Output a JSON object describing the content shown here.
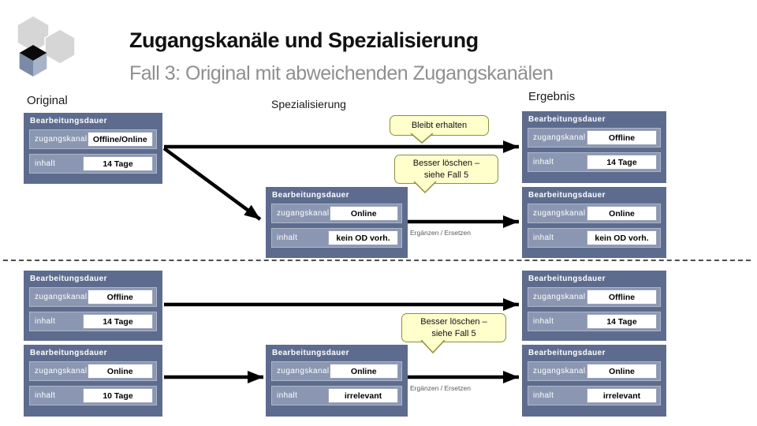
{
  "slide": {
    "title": "Zugangskanäle und Spezialisierung",
    "subtitle": "Fall 3: Original mit abweichenden Zugangskanälen"
  },
  "column_labels": {
    "original": "Original",
    "spezialisierung": "Spezialisierung",
    "ergebnis": "Ergebnis"
  },
  "card_labels": {
    "header": "Bearbeitungsdauer",
    "zugangskanal": "zugangskanal",
    "inhalt": "inhalt"
  },
  "cards": [
    {
      "id": "original-top",
      "zugangskanal": "Offline/Online",
      "inhalt": "14 Tage"
    },
    {
      "id": "spezialisierung-top",
      "zugangskanal": "Online",
      "inhalt": "kein OD vorh."
    },
    {
      "id": "ergebnis-top-1",
      "zugangskanal": "Offline",
      "inhalt": "14 Tage"
    },
    {
      "id": "ergebnis-top-2",
      "zugangskanal": "Online",
      "inhalt": "kein OD vorh."
    },
    {
      "id": "original-bottom-1",
      "zugangskanal": "Offline",
      "inhalt": "14 Tage"
    },
    {
      "id": "original-bottom-2",
      "zugangskanal": "Online",
      "inhalt": "10 Tage"
    },
    {
      "id": "spezialisierung-bottom",
      "zugangskanal": "Online",
      "inhalt": "irrelevant"
    },
    {
      "id": "ergebnis-bottom-1",
      "zugangskanal": "Offline",
      "inhalt": "14 Tage"
    },
    {
      "id": "ergebnis-bottom-2",
      "zugangskanal": "Online",
      "inhalt": "irrelevant"
    }
  ],
  "callouts": {
    "keep": "Bleibt erhalten",
    "delete_top_line1": "Besser löschen –",
    "delete_top_line2": "siehe Fall 5",
    "delete_bottom_line1": "Besser löschen –",
    "delete_bottom_line2": "siehe Fall 5"
  },
  "arrow_labels": {
    "top": "Ergänzen / Ersetzen",
    "bottom": "Ergänzen / Ersetzen"
  },
  "colors": {
    "card_bg": "#5d6c8e",
    "card_row_bg": "#8b97b2",
    "value_bg": "#ffffff",
    "callout_bg": "#ffffcc",
    "callout_border": "#8e8e3f",
    "subtitle_gray": "#8f8f8f",
    "arrow_black": "#000000",
    "logo_gray": "#d6d6d6",
    "logo_blue_dark": "#7b8aa6",
    "logo_blue_light": "#a8b2c8"
  }
}
